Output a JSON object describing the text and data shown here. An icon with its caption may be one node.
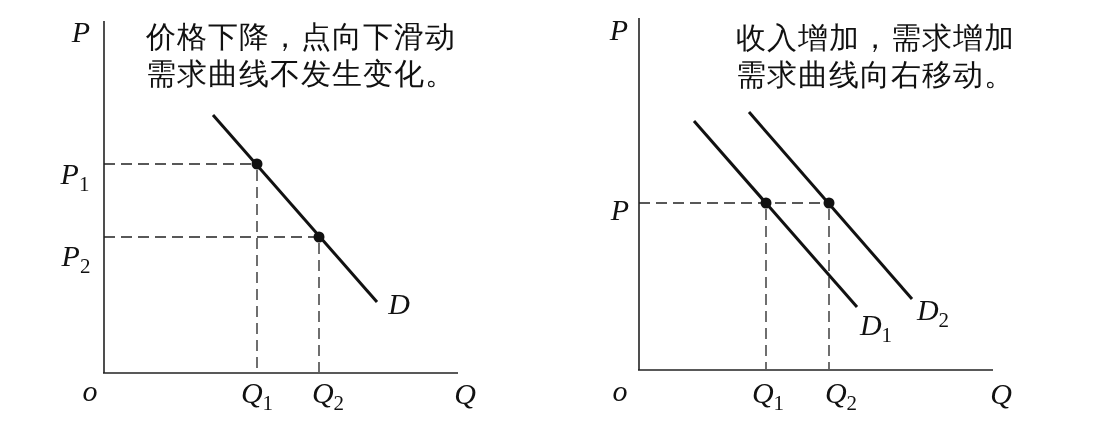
{
  "diagram": {
    "labels": [
      "P",
      "价格下降，点向下滑动需求曲线不发生变化。",
      "P$_{1}$",
      "P$_{2}$",
      "D",
      "o",
      "Q$_{1}$",
      "Q$_{2}$",
      "Q",
      "P",
      "收入增加，需求增加需求曲线向右移动。",
      "P",
      "D$_{2}$",
      "D$_{1}$",
      "o",
      "Q$_{1}$",
      "Q$_{2}$",
      "Q"
    ]
  }
}
